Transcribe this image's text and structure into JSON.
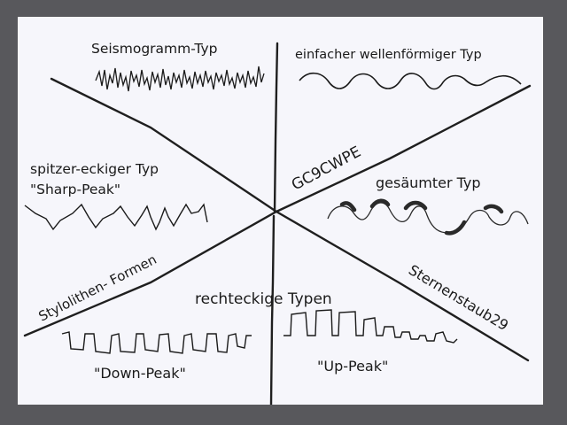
{
  "labels": {
    "seismogram": "Seismogramm-Typ",
    "wavy": "einfacher wellenförmiger Typ",
    "sharp_line1": "spitzer-eckiger Typ",
    "sharp_line2": "\"Sharp-Peak\"",
    "seamed": "gesäumter Typ",
    "code": "GC9CWPE",
    "stylolithen": "Stylolithen- Formen",
    "rect": "rechteckige Typen",
    "author": "Sternenstaub29",
    "down_peak": "\"Down-Peak\"",
    "up_peak": "\"Up-Peak\""
  },
  "colors": {
    "frame": "#58585c",
    "sheet": "#f6f6fb",
    "ink": "#1a1a1a"
  }
}
